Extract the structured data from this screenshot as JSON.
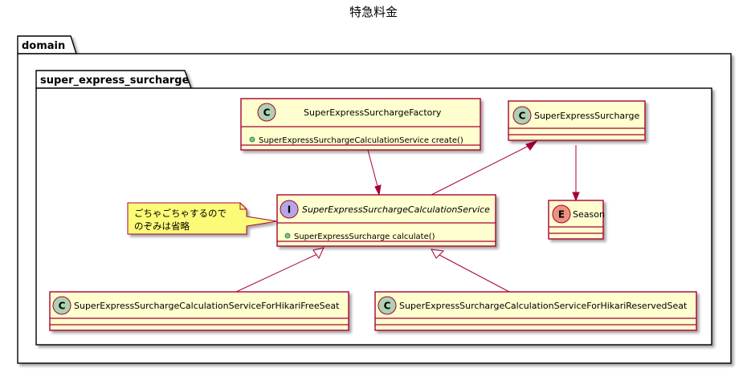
{
  "diagram": {
    "title": "特急料金",
    "packages": {
      "outer": "domain",
      "inner": "super_express_surcharge"
    },
    "classes": {
      "factory": {
        "kind": "C",
        "name": "SuperExpressSurchargeFactory",
        "members": [
          "SuperExpressSurchargeCalculationService create()"
        ]
      },
      "surcharge": {
        "kind": "C",
        "name": "SuperExpressSurcharge",
        "members": []
      },
      "service": {
        "kind": "I",
        "name": "SuperExpressSurchargeCalculationService",
        "members": [
          "SuperExpressSurcharge calculate()"
        ]
      },
      "season": {
        "kind": "E",
        "name": "Season",
        "members": []
      },
      "free_seat": {
        "kind": "C",
        "name": "SuperExpressSurchargeCalculationServiceForHikariFreeSeat",
        "members": []
      },
      "reserved_seat": {
        "kind": "C",
        "name": "SuperExpressSurchargeCalculationServiceForHikariReservedSeat",
        "members": []
      }
    },
    "note": {
      "line1": "ごちゃごちゃするので",
      "line2": "のぞみは省略"
    },
    "colors": {
      "class_fill": "#FEFECE",
      "class_border": "#A80036",
      "note_fill": "#FBFB77",
      "stereo_class": "#ADD1B2",
      "stereo_interface": "#B4A7E5",
      "stereo_enum": "#EB937F",
      "arrow": "#A80036"
    }
  }
}
